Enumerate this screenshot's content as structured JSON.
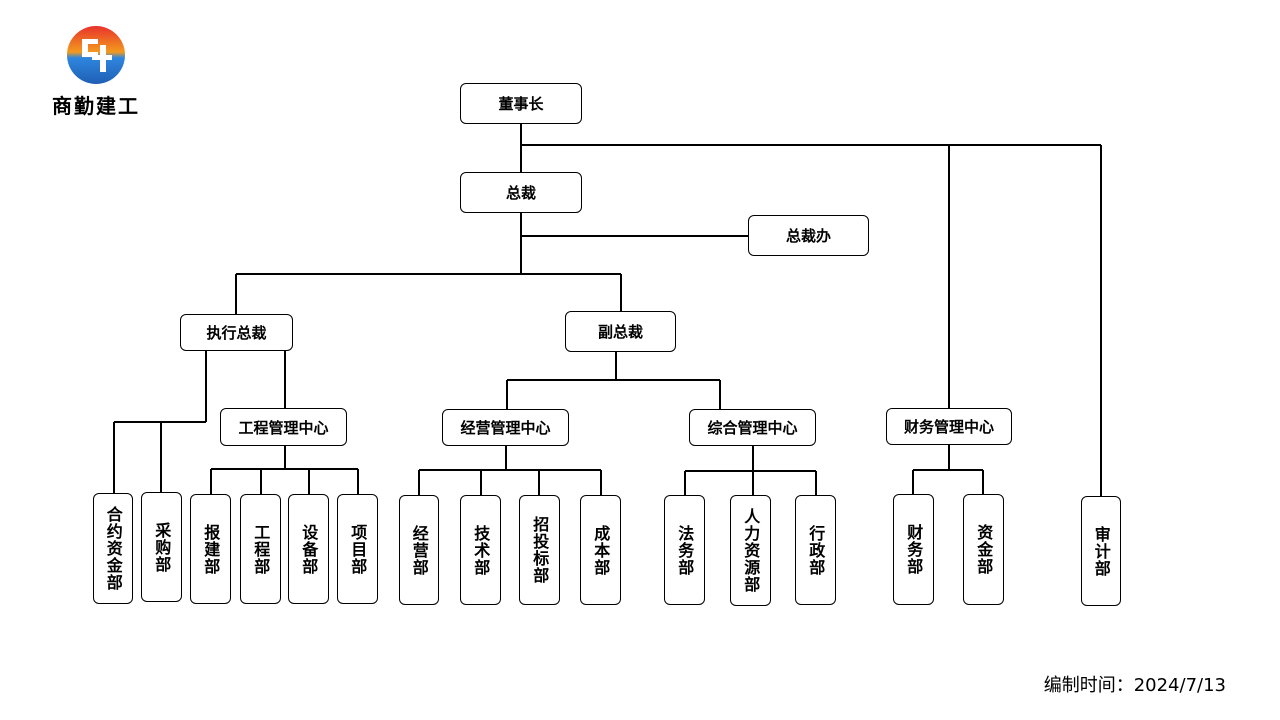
{
  "brand": {
    "name": "商勤建工",
    "logo_icon": "sq-logo-icon"
  },
  "nodes": {
    "chairman": "董事长",
    "president": "总裁",
    "president_office": "总裁办",
    "exec_president": "执行总裁",
    "vice_president": "副总裁",
    "engineering_center": "工程管理中心",
    "operations_center": "经营管理中心",
    "general_center": "综合管理中心",
    "finance_center": "财务管理中心",
    "contract_dept": "合约资金部",
    "purchase_dept": "采购部",
    "permit_dept": "报建部",
    "engineering_dept": "工程部",
    "equipment_dept": "设备部",
    "project_dept": "项目部",
    "business_dept": "经营部",
    "tech_dept": "技术部",
    "bidding_dept": "招投标部",
    "cost_dept": "成本部",
    "legal_dept": "法务部",
    "hr_dept": "人力资源部",
    "admin_dept": "行政部",
    "finance_dept": "财务部",
    "fund_dept": "资金部",
    "audit_dept": "审计部"
  },
  "footer": {
    "date_label": "编制时间：2024/7/13"
  },
  "colors": {
    "line": "#000000",
    "box_border": "#000000",
    "logo_red": "#e8322b",
    "logo_orange": "#f39a1e",
    "logo_blue": "#1f6fc5"
  }
}
